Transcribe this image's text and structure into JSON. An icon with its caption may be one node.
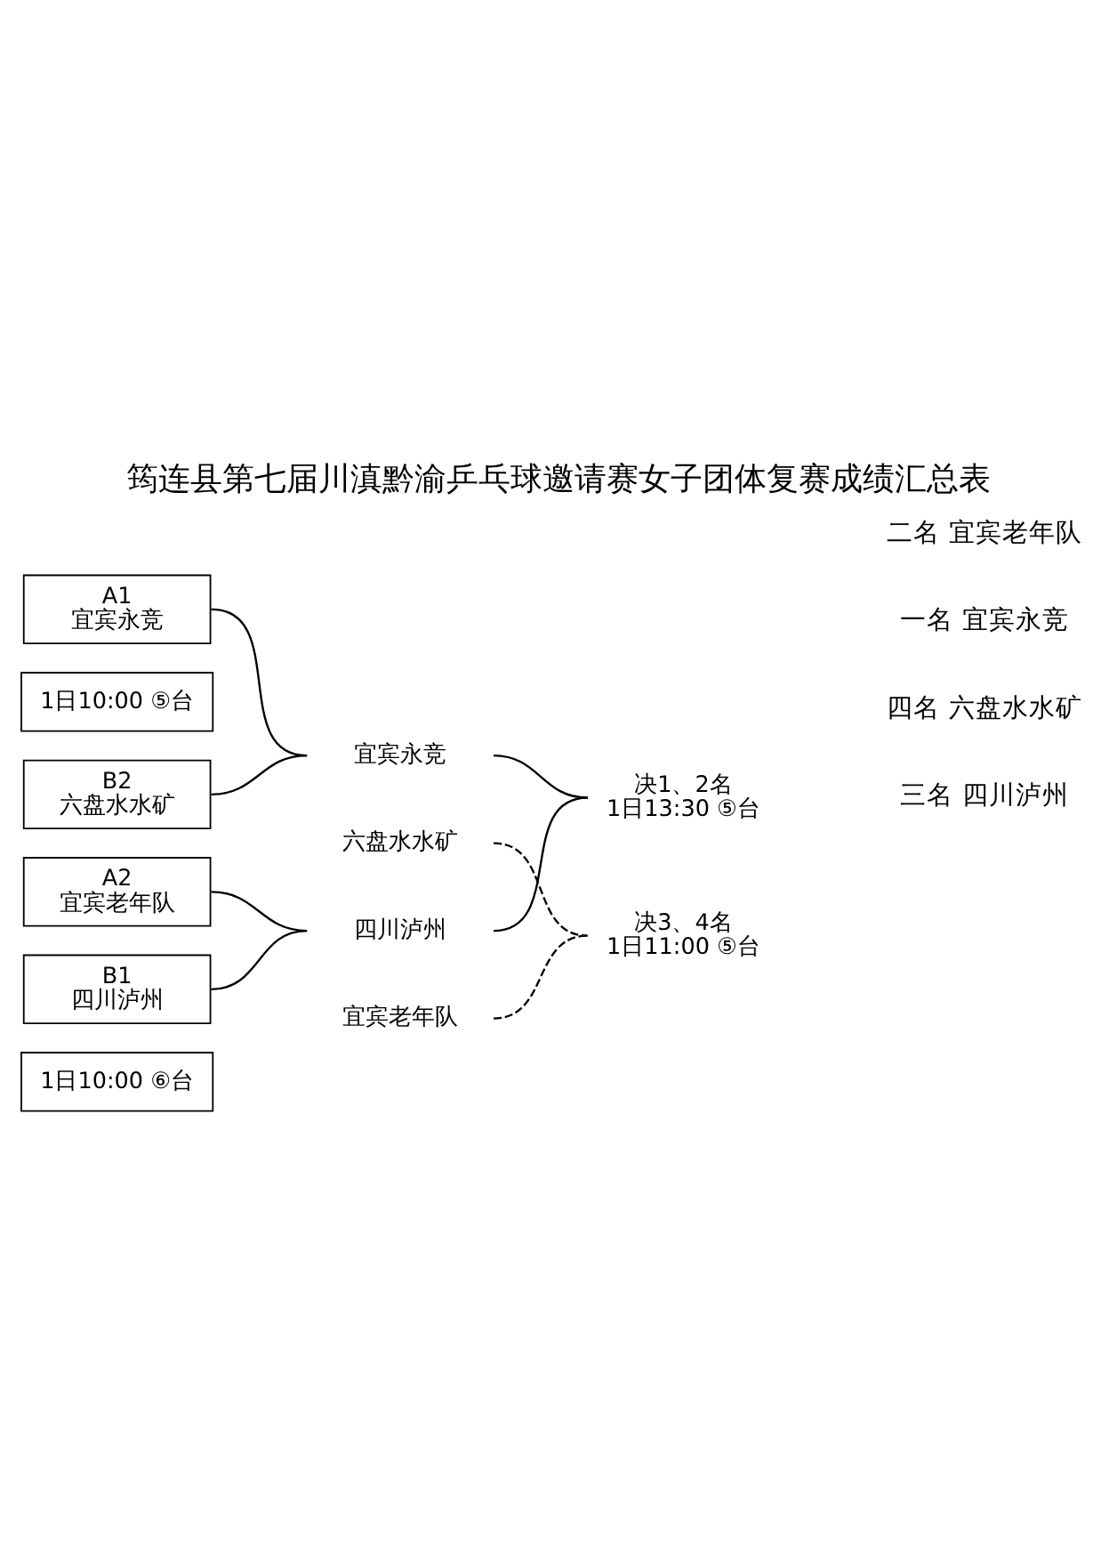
{
  "diagram": {
    "title": "筠连县第七届川滇黔渝乒乓球邀请赛女子团体复赛成绩汇总表",
    "nodes": [
      {
        "text": [
          "A1",
          "宜宾永竞"
        ]
      },
      {
        "text": [
          "1日10:00 ⑤台"
        ]
      },
      {
        "text": [
          "B2",
          "六盘水水矿"
        ]
      },
      {
        "text": [
          "宜宾永竞"
        ]
      },
      {
        "text": [
          "六盘水水矿"
        ]
      },
      {
        "text": [
          "决3、4名",
          "1日11:00 ⑤台"
        ]
      },
      {
        "text": [
          "决1、2名",
          "1日13:30 ⑤台"
        ]
      },
      {
        "text": [
          "A2",
          "宜宾老年队"
        ]
      },
      {
        "text": [
          "四川泸州"
        ]
      },
      {
        "text": [
          "宜宾老年队"
        ]
      },
      {
        "text": [
          "B1",
          "四川泸州"
        ]
      },
      {
        "text": [
          "1日10:00 ⑥台"
        ]
      }
    ],
    "edges": [
      {
        "from": 0,
        "to": 3,
        "arrow": "none"
      },
      {
        "from": 2,
        "to": 3,
        "arrow": "none"
      },
      {
        "from": 3,
        "to": 6,
        "arrow": "none"
      },
      {
        "from": 4,
        "to": 5,
        "arrow": "none",
        "style": "dashed"
      },
      {
        "from": 9,
        "to": 5,
        "arrow": "none",
        "style": "dashed"
      },
      {
        "from": 8,
        "to": 6,
        "arrow": "none"
      },
      {
        "from": 7,
        "to": 8,
        "arrow": "none"
      },
      {
        "from": 10,
        "to": 8,
        "arrow": "none"
      }
    ],
    "labels": [
      "三名 四川泸州",
      "四名 六盘水水矿",
      "一名 宜宾永竞",
      "二名 宜宾老年队"
    ]
  }
}
